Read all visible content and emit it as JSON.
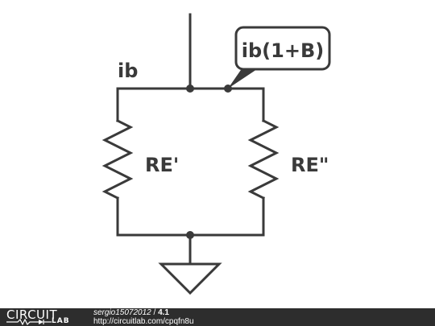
{
  "circuit": {
    "labels": {
      "ib": "ib",
      "callout": "ib(1+B)",
      "re_left": "RE'",
      "re_right": "RE\""
    }
  },
  "footer": {
    "logo_top": "CIRCUIT",
    "logo_bottom": "LAB",
    "user": "sergio15072012",
    "separator": "/",
    "version": "4.1",
    "url": "http://circuitlab.com/cpqfn8u"
  },
  "colors": {
    "wire": "#3a3a3a",
    "footer_bg": "#2d2d2d",
    "background": "#ffffff"
  }
}
